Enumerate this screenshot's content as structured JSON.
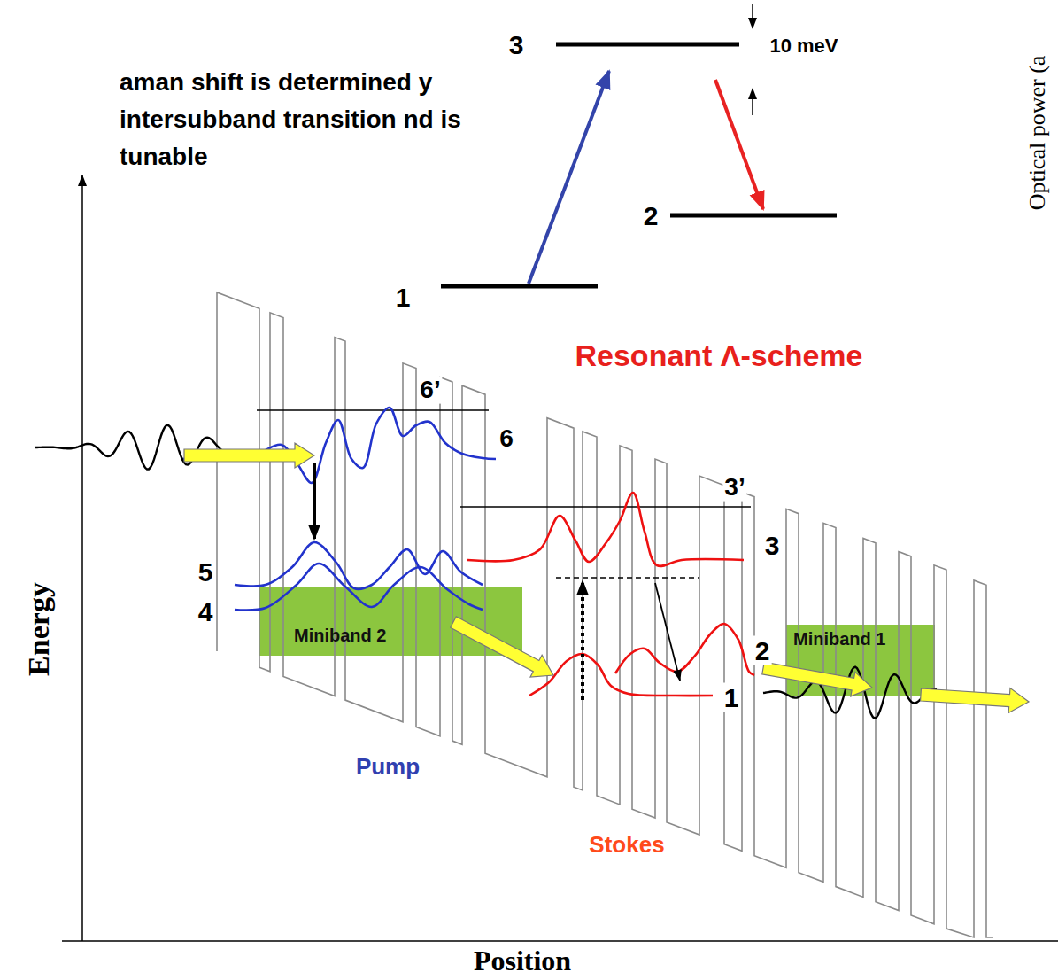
{
  "diagram": {
    "nodes": [
      {
        "text": [
          "Miniband 2"
        ]
      },
      {
        "text": [
          "Miniband 1"
        ]
      }
    ],
    "labels": [
      "aman shift is determined y intersubband transition nd is tunable",
      "3",
      "10 meV",
      "2",
      "1",
      "Resonant Λ-scheme",
      "Optical power (a",
      "6’",
      "6",
      "5",
      "4",
      "3’",
      "3",
      "2",
      "1",
      "Pump",
      "Stokes",
      "Energy",
      "Position"
    ]
  }
}
